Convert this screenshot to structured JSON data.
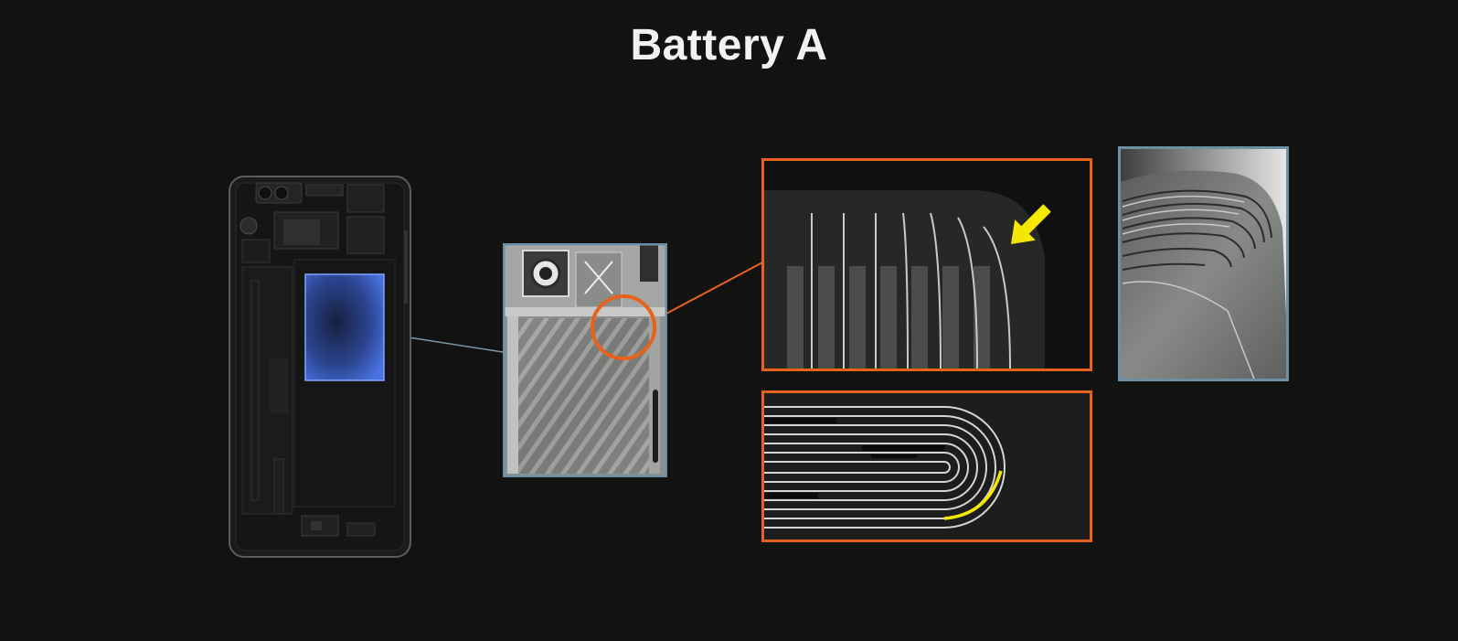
{
  "slide": {
    "title": "Battery A"
  },
  "colors": {
    "background": "#121311",
    "highlight_orange": "#e8621c",
    "frame_blue": "#6d8fa6",
    "battery_blue": "#3d5fbf",
    "arrow_yellow": "#f5e800"
  },
  "figures": {
    "phone": "phone-xray-diagram",
    "ct_scan": "battery-ct-scan",
    "electrode_tabs": "electrode-tab-detail",
    "jelly_roll": "jelly-roll-cross-section",
    "photo": "rolled-electrode-photo"
  }
}
